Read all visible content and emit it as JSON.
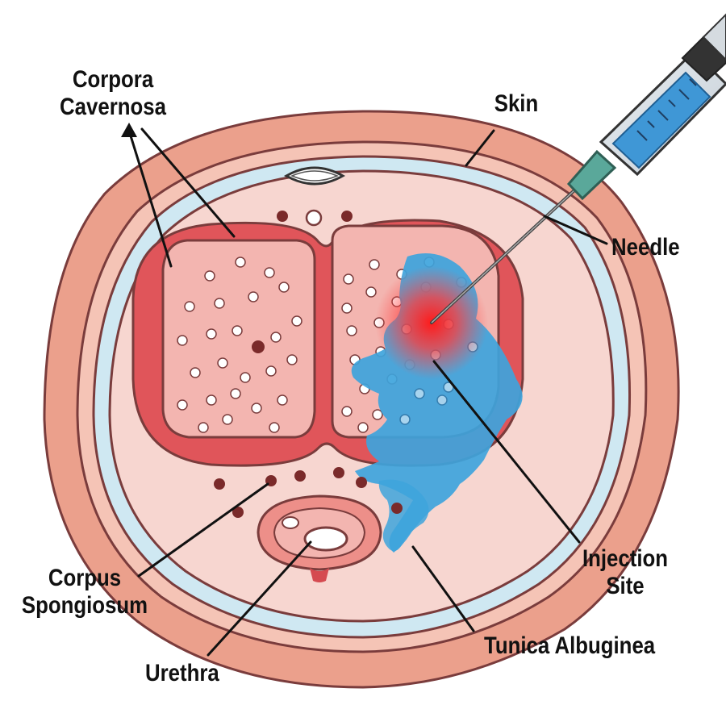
{
  "labels": {
    "corpora_cavernosa_line1": "Corpora",
    "corpora_cavernosa_line2": "Cavernosa",
    "skin": "Skin",
    "needle": "Needle",
    "corpus_spongiosum_line1": "Corpus",
    "corpus_spongiosum_line2": "Spongiosum",
    "injection_site_line1": "Injection",
    "injection_site_line2": "Site",
    "urethra": "Urethra",
    "tunica_albuginea": "Tunica Albuginea"
  },
  "colors": {
    "skin": "#eba08c",
    "tissue_pink": "#f7d6d0",
    "fascia_blue": "#cfe8f2",
    "cavernosa_red": "#e0555a",
    "cavernosa_inner": "#f3b5b0",
    "spongiosum": "#ed8f89",
    "injected_fluid": "#3ea4dc",
    "injection_glow": "#ff2a2a",
    "syringe_fluid": "#3f97d6",
    "outline": "#7a3c3c"
  }
}
